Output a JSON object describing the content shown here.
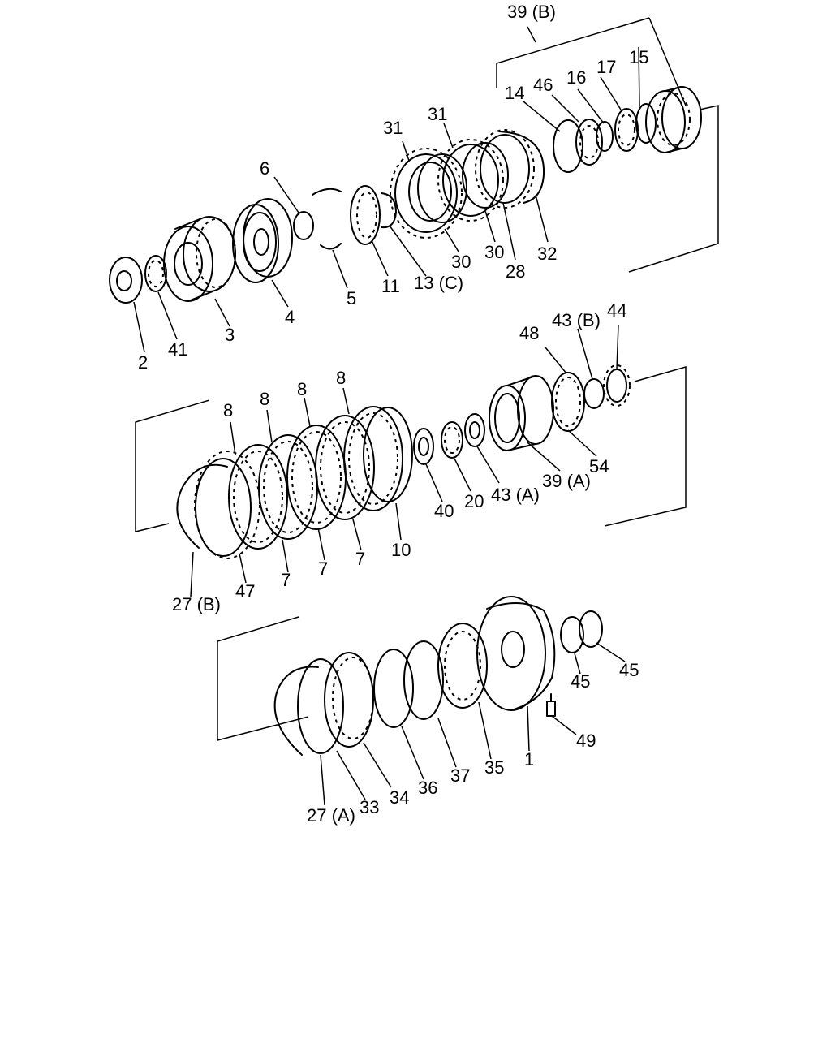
{
  "callouts": [
    {
      "id": "c39b",
      "text": "39 (B)"
    },
    {
      "id": "c15",
      "text": "15"
    },
    {
      "id": "c17",
      "text": "17"
    },
    {
      "id": "c16",
      "text": "16"
    },
    {
      "id": "c46",
      "text": "46"
    },
    {
      "id": "c14",
      "text": "14"
    },
    {
      "id": "c31a",
      "text": "31"
    },
    {
      "id": "c31b",
      "text": "31"
    },
    {
      "id": "c6",
      "text": "6"
    },
    {
      "id": "c30a",
      "text": "30"
    },
    {
      "id": "c30b",
      "text": "30"
    },
    {
      "id": "c28",
      "text": "28"
    },
    {
      "id": "c32",
      "text": "32"
    },
    {
      "id": "c11",
      "text": "11"
    },
    {
      "id": "c13c",
      "text": "13 (C)"
    },
    {
      "id": "c5",
      "text": "5"
    },
    {
      "id": "c4",
      "text": "4"
    },
    {
      "id": "c3",
      "text": "3"
    },
    {
      "id": "c41",
      "text": "41"
    },
    {
      "id": "c2",
      "text": "2"
    },
    {
      "id": "c44",
      "text": "44"
    },
    {
      "id": "c43b",
      "text": "43 (B)"
    },
    {
      "id": "c48",
      "text": "48"
    },
    {
      "id": "c8a",
      "text": "8"
    },
    {
      "id": "c8b",
      "text": "8"
    },
    {
      "id": "c8c",
      "text": "8"
    },
    {
      "id": "c8d",
      "text": "8"
    },
    {
      "id": "c54",
      "text": "54"
    },
    {
      "id": "c39a",
      "text": "39 (A)"
    },
    {
      "id": "c43a",
      "text": "43 (A)"
    },
    {
      "id": "c20",
      "text": "20"
    },
    {
      "id": "c40",
      "text": "40"
    },
    {
      "id": "c10",
      "text": "10"
    },
    {
      "id": "c7a",
      "text": "7"
    },
    {
      "id": "c7b",
      "text": "7"
    },
    {
      "id": "c7c",
      "text": "7"
    },
    {
      "id": "c47",
      "text": "47"
    },
    {
      "id": "c27b",
      "text": "27 (B)"
    },
    {
      "id": "c45a",
      "text": "45"
    },
    {
      "id": "c45b",
      "text": "45"
    },
    {
      "id": "c49",
      "text": "49"
    },
    {
      "id": "c1",
      "text": "1"
    },
    {
      "id": "c35",
      "text": "35"
    },
    {
      "id": "c37",
      "text": "37"
    },
    {
      "id": "c36",
      "text": "36"
    },
    {
      "id": "c34",
      "text": "34"
    },
    {
      "id": "c33",
      "text": "33"
    },
    {
      "id": "c27a",
      "text": "27 (A)"
    }
  ]
}
